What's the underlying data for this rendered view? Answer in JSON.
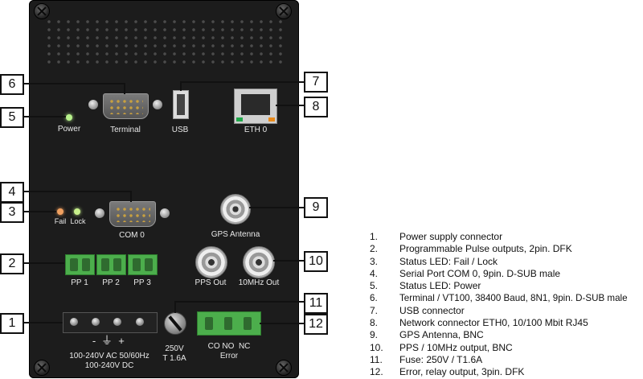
{
  "panel": {
    "labels": {
      "power": "Power",
      "terminal": "Terminal",
      "usb": "USB",
      "eth0": "ETH 0",
      "fail": "Fail",
      "lock": "Lock",
      "com0": "COM 0",
      "gps_antenna": "GPS Antenna",
      "pp1": "PP 1",
      "pp2": "PP 2",
      "pp3": "PP 3",
      "pps_out": "PPS Out",
      "tenmhz_out": "10MHz Out",
      "power_minus": "-",
      "power_plus": "+",
      "power_ground_symbol": "⏚",
      "power_ac": "100-240V AC 50/60Hz",
      "power_dc": "100-240V DC",
      "fuse_voltage": "250V",
      "fuse_current": "T 1.6A",
      "relay_pins": "CO NO  NC",
      "error": "Error"
    },
    "colors": {
      "panel": "#1c1c1c",
      "power_led": "#b8f28c",
      "fail_led": "#f0a060",
      "lock_led": "#c8f08c",
      "terminal_green": "#4cae4c",
      "eth_green": "#1fa84a",
      "eth_orange": "#e98a1a"
    }
  },
  "callouts": [
    "1",
    "2",
    "3",
    "4",
    "5",
    "6",
    "7",
    "8",
    "9",
    "10",
    "11",
    "12"
  ],
  "legend": [
    {
      "num": "1.",
      "text": "Power supply connector"
    },
    {
      "num": "2.",
      "text": "Programmable Pulse outputs, 2pin. DFK"
    },
    {
      "num": "3.",
      "text": "Status LED: Fail / Lock"
    },
    {
      "num": "4.",
      "text": "Serial Port COM 0,  9pin. D-SUB male"
    },
    {
      "num": "5.",
      "text": "Status LED: Power"
    },
    {
      "num": "6.",
      "text": "Terminal / VT100, 38400 Baud, 8N1, 9pin. D-SUB male"
    },
    {
      "num": "7.",
      "text": "USB connector"
    },
    {
      "num": "8.",
      "text": "Network connector ETH0, 10/100 Mbit RJ45"
    },
    {
      "num": "9.",
      "text": "GPS Antenna, BNC"
    },
    {
      "num": "10.",
      "text": "PPS / 10MHz output, BNC"
    },
    {
      "num": "11.",
      "text": "Fuse: 250V / T1.6A"
    },
    {
      "num": "12.",
      "text": "Error, relay output, 3pin. DFK"
    }
  ]
}
